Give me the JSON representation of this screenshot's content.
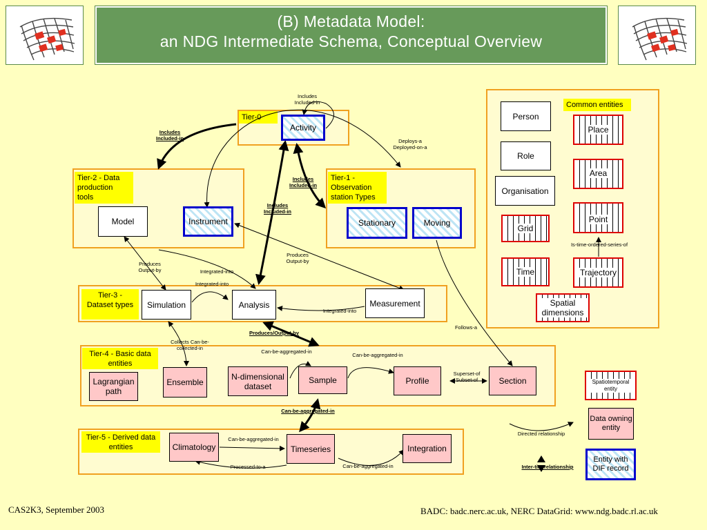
{
  "title": {
    "line1": "(B) Metadata Model:",
    "line2": "an NDG Intermediate Schema,  Conceptual Overview"
  },
  "tiers": {
    "tier0": "Tier-0",
    "tier1": "Tier-1 - Observation station Types",
    "tier2": "Tier-2 - Data production tools",
    "tier3": "Tier-3 - Dataset types",
    "tier4": "Tier-4 - Basic data entities",
    "tier5": "Tier-5 - Derived data entities"
  },
  "entities": {
    "activity": "Activity",
    "stationary": "Stationary",
    "moving": "Moving",
    "model": "Model",
    "instrument": "Instrument",
    "simulation": "Simulation",
    "analysis": "Analysis",
    "measurement": "Measurement",
    "lagrangian": "Lagrangian path",
    "ensemble": "Ensemble",
    "ndim": "N-dimensional dataset",
    "sample": "Sample",
    "profile": "Profile",
    "section": "Section",
    "climatology": "Climatology",
    "timeseries": "Timeseries",
    "integration": "Integration"
  },
  "common": {
    "label": "Common entities",
    "person": "Person",
    "role": "Role",
    "organisation": "Organisation",
    "grid": "Grid",
    "time": "Time",
    "place": "Place",
    "area": "Area",
    "point": "Point",
    "trajectory": "Trajectory",
    "spatial": "Spatial dimensions",
    "is_time_ordered": "Is-time-ordered-series-of"
  },
  "relations": {
    "includes_top": "Includes Included-in",
    "includes_left": "Includes Included-in",
    "includes_mid": "Includes Included-in",
    "includes_right": "Includes Included-in",
    "deploys": "Deploys-a Deployed-on-a",
    "produces_model": "Produces Output-by",
    "produces_instr": "Produces Output-by",
    "integrated_into_1": "Integrated-into",
    "integrated_into_2": "Integrated-into",
    "integrated_into_3": "Integrated-into",
    "produces_output": "Produces/Output-by",
    "follows": "Follows-a",
    "collects": "Collects Can-be-collected-in",
    "agg_1": "Can-be-aggregated-in",
    "agg_2": "Can-be-aggregated-in",
    "superset": "Superset-of Subset-of",
    "agg_inter": "Can-be-aggregated-in",
    "agg_3": "Can-be-aggregated-in",
    "processed": "Processed-to-a",
    "agg_4": "Can-be-aggregated-in"
  },
  "legend": {
    "spatiotemporal": "Spatiotemporal entity",
    "data_owning": "Data owning entity",
    "directed": "Directed relationship",
    "dif": "Entity with DIF record",
    "inter_tier": "Inter-tier relationship"
  },
  "footer": {
    "left": "CAS2K3, September 2003",
    "right": "BADC: badc.nerc.ac.uk, NERC DataGrid: www.ndg.badc.rl.ac.uk"
  },
  "colors": {
    "banner": "#679a5a",
    "background": "#ffffc0",
    "tier_border": "#f0a020",
    "label": "#ffff00",
    "dif_border": "#0000cc",
    "spatiotemporal_border": "#dd0000",
    "data_owning": "#ffc8c8"
  }
}
